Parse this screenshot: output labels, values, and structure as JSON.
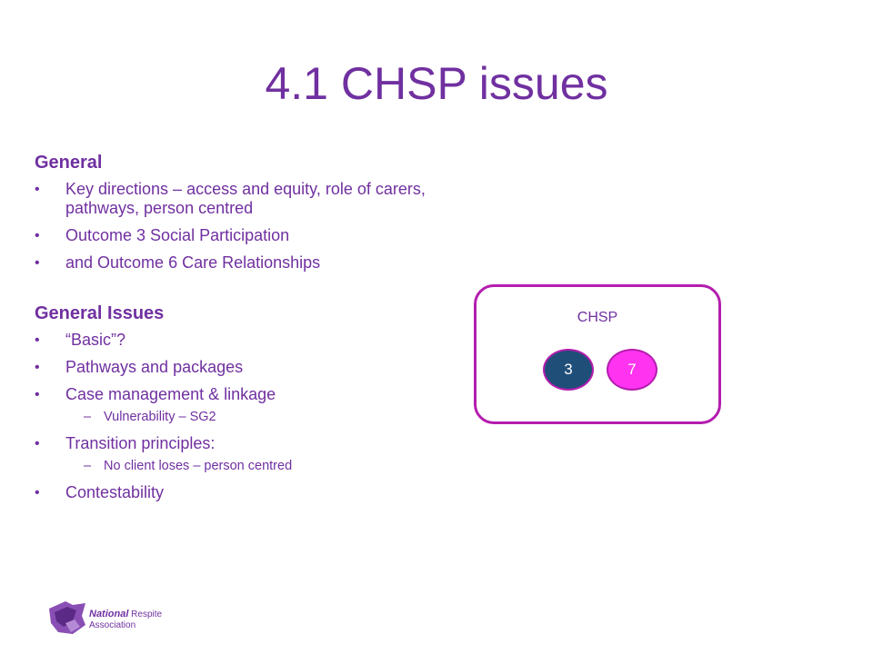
{
  "slide": {
    "title": "4.1 CHSP issues"
  },
  "sections": [
    {
      "heading": "General",
      "items": [
        {
          "text": "Key directions – access and equity, role of carers, pathways, person centred"
        },
        {
          "text": "Outcome 3 Social Participation"
        },
        {
          "text": "and Outcome 6 Care Relationships"
        }
      ]
    },
    {
      "heading": "General Issues",
      "items": [
        {
          "text": "“Basic”?"
        },
        {
          "text": "Pathways and packages"
        },
        {
          "text": "Case management & linkage",
          "sub": [
            "Vulnerability – SG2"
          ]
        },
        {
          "text": "Transition principles:",
          "sub": [
            "No client loses – person centred"
          ]
        },
        {
          "text": "Contestability"
        }
      ]
    }
  ],
  "bullet_glyph": "•",
  "dash_glyph": "–",
  "diagram": {
    "label": "CHSP",
    "circle_left": "3",
    "circle_right": "7",
    "colors": {
      "border": "#b41dae",
      "circle_left_fill": "#1f4e79",
      "circle_right_fill": "#ff33f0",
      "text": "#7030a0"
    }
  },
  "logo": {
    "name_bold": "National",
    "name_rest": " Respite",
    "name_line2": "Association"
  }
}
